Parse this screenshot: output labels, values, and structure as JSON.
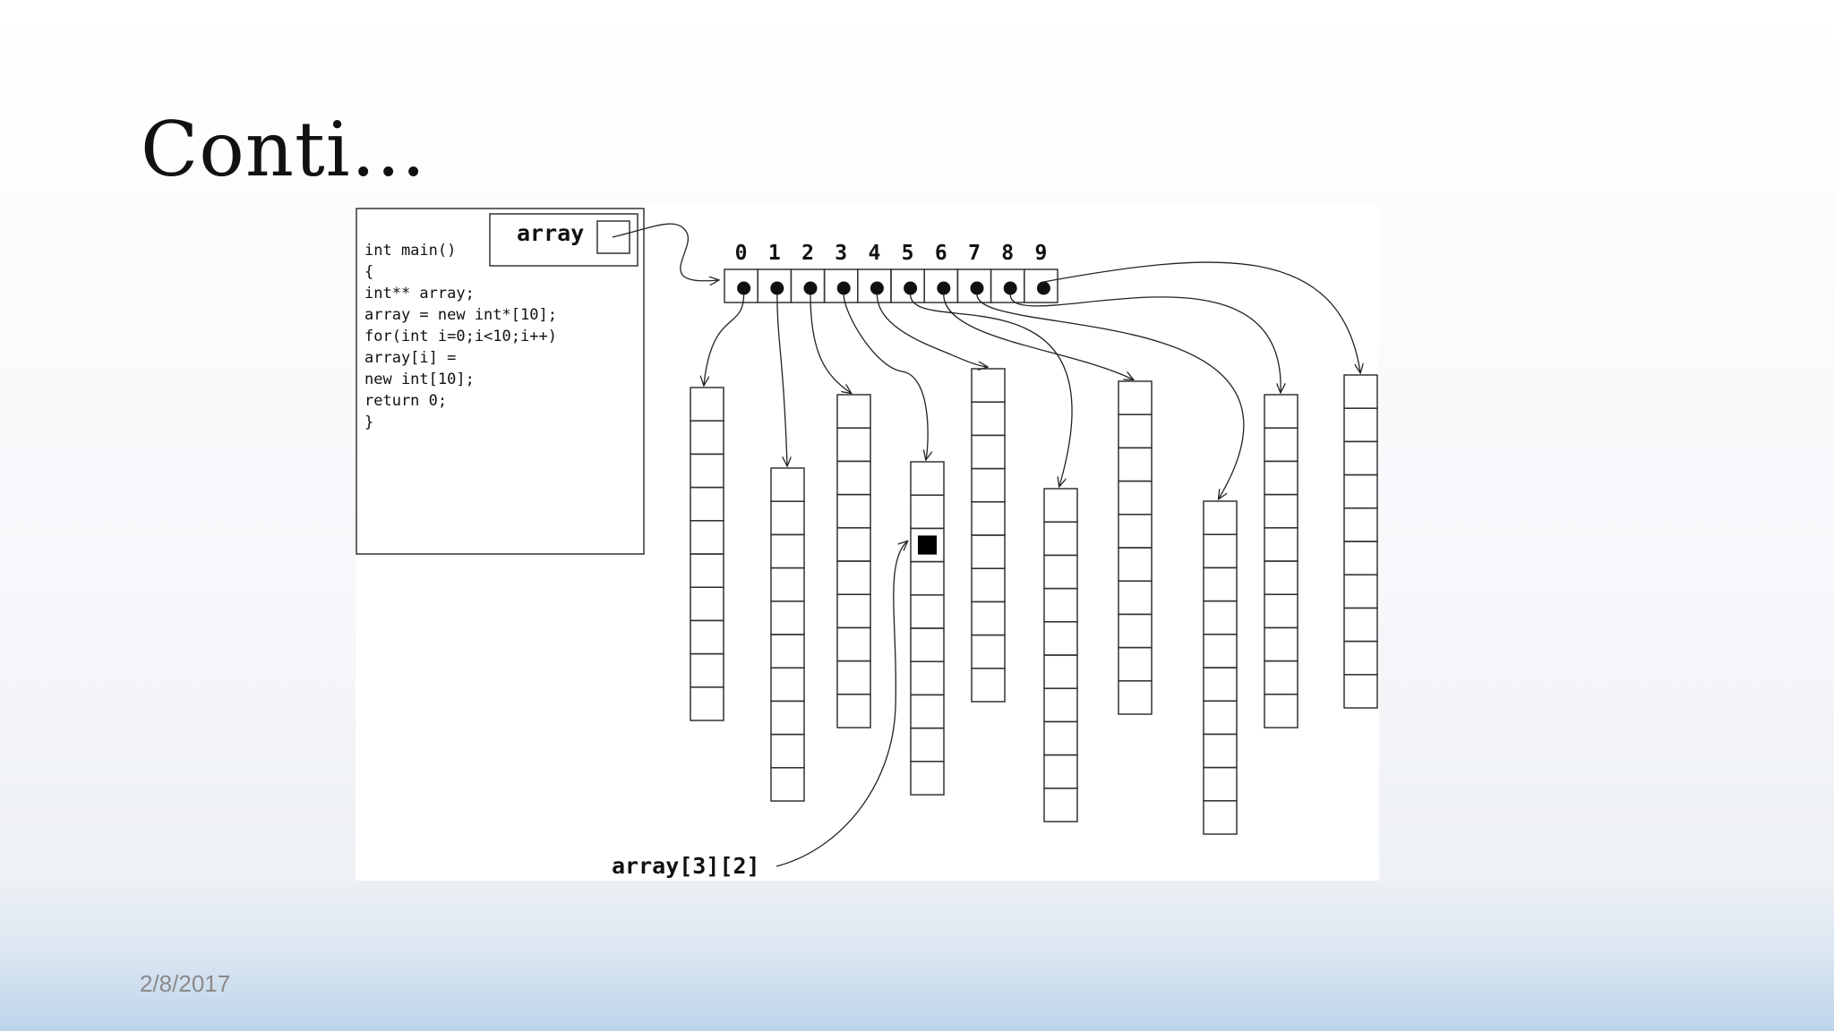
{
  "slide": {
    "title": "Conti…",
    "date": "2/8/2017"
  },
  "diagram": {
    "variable_label": "array",
    "code_lines": [
      "int main()",
      "{",
      "  int** array;",
      "  array = new int*[10];",
      "  for(int i=0;i<10;i++)",
      "    array[i] =",
      "      new int[10];",
      "  return 0;",
      "}"
    ],
    "indices": [
      "0",
      "1",
      "2",
      "3",
      "4",
      "5",
      "6",
      "7",
      "8",
      "9"
    ],
    "element_label": "array[3][2]",
    "highlight": {
      "row": 3,
      "col": 2
    },
    "cells_per_row": 10
  }
}
